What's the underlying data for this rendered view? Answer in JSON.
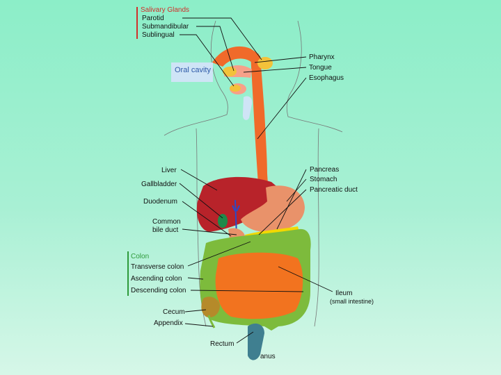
{
  "salivary_glands": {
    "header": "Salivary Glands",
    "items": [
      "Parotid",
      "Submandibular",
      "Sublingual"
    ]
  },
  "oral_cavity": "Oral cavity",
  "right_upper": [
    "Pharynx",
    "Tongue",
    "Esophagus"
  ],
  "left_mid": [
    "Liver",
    "Gallbladder",
    "Duodenum"
  ],
  "common_bile_duct": [
    "Common",
    "bile duct"
  ],
  "right_mid": [
    "Pancreas",
    "Stomach",
    "Pancreatic duct"
  ],
  "colon": {
    "header": "Colon",
    "items": [
      "Transverse colon",
      "Ascending colon",
      "Descending colon"
    ]
  },
  "left_lower": [
    "Cecum",
    "Appendix"
  ],
  "rectum": "Rectum",
  "anus": "anus",
  "ileum": "Ileum",
  "ileum_sub": "(small intestine)",
  "colors": {
    "salivary_bar": "#d0302a",
    "colon_bar": "#2e9a3a",
    "esophagus": "#f06a2a",
    "liver": "#b8232a",
    "stomach": "#e9926a",
    "small_intestine": "#f2731f",
    "colon": "#7dbb3c",
    "pancreas": "#f3d800",
    "oral_box": "#cfe4f6"
  }
}
